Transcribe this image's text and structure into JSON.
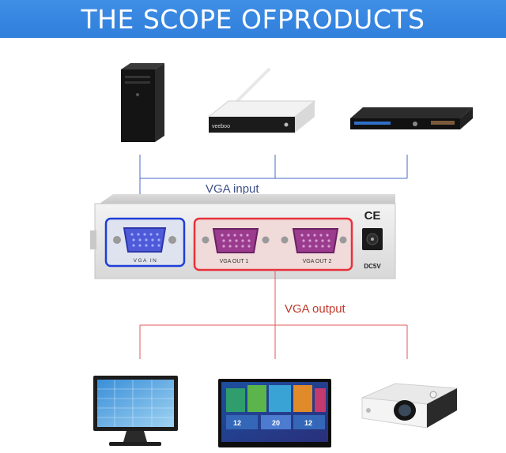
{
  "banner": {
    "title": "THE SCOPE OFPRODUCTS"
  },
  "labels": {
    "vga_input": "VGA input",
    "vga_output": "VGA output"
  },
  "device": {
    "port_in": "VGA IN",
    "port_out_1": "VGA OUT 1",
    "port_out_2": "VGA OUT 2",
    "power": "DC5V",
    "ce_mark": "CE"
  },
  "sources": {
    "set_top_box_brand": "veeboo",
    "icons": [
      "desktop-tower-icon",
      "set-top-box-icon",
      "dvd-player-icon"
    ]
  },
  "displays": {
    "tv_tile_numbers": [
      "12",
      "20",
      "12"
    ],
    "icons": [
      "monitor-icon",
      "tv-icon",
      "projector-icon"
    ]
  },
  "colors": {
    "banner": "#2f7fdc",
    "input_line": "#4a69c4",
    "output_line": "#e05a5a",
    "in_highlight": "#1f3fd6",
    "out_highlight": "#e8313a"
  }
}
